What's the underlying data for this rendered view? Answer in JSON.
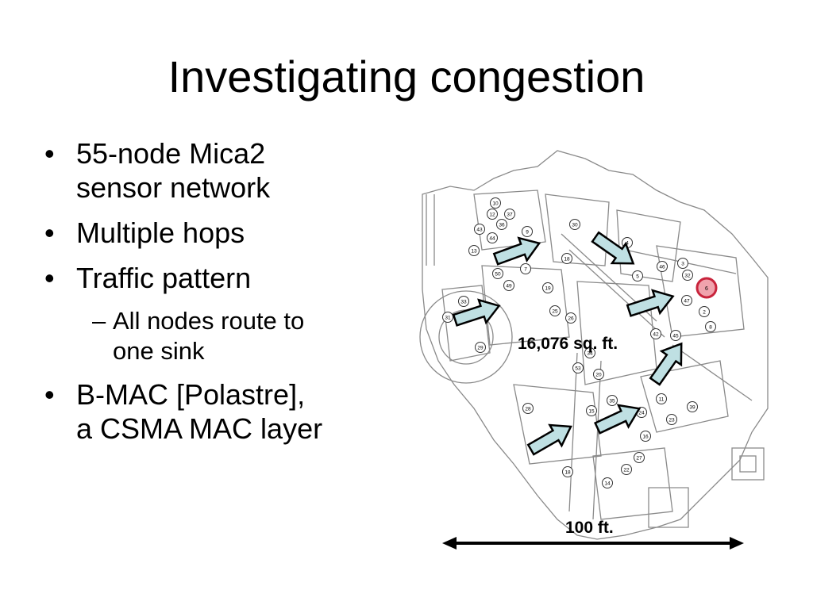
{
  "slide": {
    "title": "Investigating congestion",
    "bullets": [
      {
        "level": 1,
        "lines": [
          "55-node Mica2",
          "sensor network"
        ]
      },
      {
        "level": 1,
        "lines": [
          "Multiple hops"
        ]
      },
      {
        "level": 1,
        "lines": [
          "Traffic pattern"
        ]
      },
      {
        "level": 2,
        "dash": "–",
        "lines": [
          "All nodes route to",
          "one sink"
        ]
      },
      {
        "level": 1,
        "lines": [
          "B-MAC [Polastre],",
          "a CSMA MAC layer"
        ]
      }
    ]
  },
  "figure": {
    "area_label": "16,076 sq. ft.",
    "scale_label": "100 ft.",
    "sink_node": "6",
    "nodes": [
      "10",
      "12",
      "37",
      "36",
      "43",
      "44",
      "9",
      "30",
      "4",
      "13",
      "18",
      "7",
      "46",
      "3",
      "50",
      "32",
      "49",
      "19",
      "5",
      "33",
      "47",
      "2",
      "31",
      "25",
      "26",
      "8",
      "29",
      "42",
      "45",
      "34",
      "53",
      "20",
      "35",
      "11",
      "28",
      "15",
      "24",
      "23",
      "39",
      "16",
      "27",
      "22",
      "18",
      "14"
    ],
    "colors": {
      "arrow_fill": "#bfe0e3",
      "arrow_stroke": "#000000",
      "sink_fill": "#f0a3ad",
      "sink_ring": "#c8243c",
      "plan_lines": "#8a8a8a"
    }
  }
}
